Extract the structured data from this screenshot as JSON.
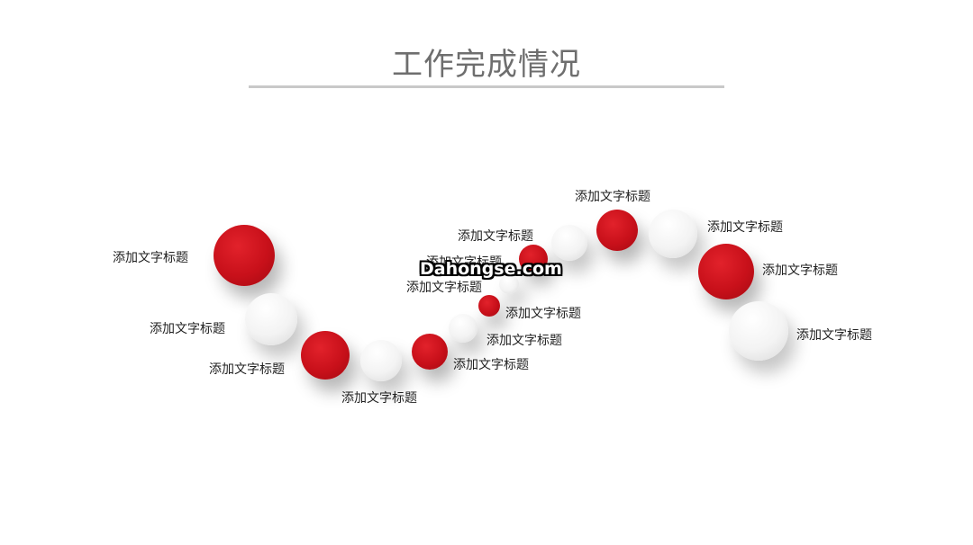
{
  "title": "工作完成情况",
  "watermark": "Dahongse.com",
  "colors": {
    "accent_red": "#c8101a",
    "node_white": "#f3f3f3",
    "title_text": "#6e6e6e",
    "rule": "#c9c9c9"
  },
  "nodes": [
    {
      "color": "red",
      "label": "添加文字标题"
    },
    {
      "color": "white",
      "label": "添加文字标题"
    },
    {
      "color": "red",
      "label": "添加文字标题"
    },
    {
      "color": "white",
      "label": "添加文字标题"
    },
    {
      "color": "red",
      "label": "添加文字标题"
    },
    {
      "color": "white",
      "label": "添加文字标题"
    },
    {
      "color": "red",
      "label": "添加文字标题"
    },
    {
      "color": "white",
      "label": "添加文字标题"
    },
    {
      "color": "red",
      "label": "添加文字标题"
    },
    {
      "color": "white",
      "label": "添加文字标题"
    },
    {
      "color": "red",
      "label": "添加文字标题"
    },
    {
      "color": "white",
      "label": "添加文字标题"
    },
    {
      "color": "red",
      "label": "添加文字标题"
    },
    {
      "color": "white",
      "label": "添加文字标题"
    }
  ]
}
